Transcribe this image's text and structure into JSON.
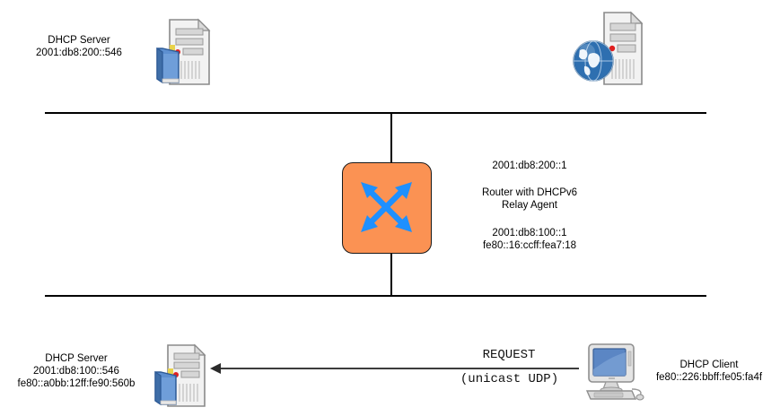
{
  "diagram": {
    "title": "DHCPv6 Relay Agent network diagram",
    "colors": {
      "router_fill": "#fb9253",
      "router_stroke": "#1a1a1a",
      "router_arrows": "#1e90ff",
      "bus_line": "#000000",
      "arrow": "#2b2b2b",
      "globe_blue": "#2e6fb0",
      "monitor_screen": "#5b86c4",
      "book_blue": "#5d8fd0"
    }
  },
  "nodes": {
    "top_left_server": {
      "icon": "server-with-book-icon",
      "label_line1": "DHCP Server",
      "label_line2": "2001:db8:200::546"
    },
    "top_right_server": {
      "icon": "server-with-globe-icon"
    },
    "router": {
      "icon": "router-crossed-arrows-icon",
      "upper_address": "2001:db8:200::1",
      "name_line1": "Router with DHCPv6",
      "name_line2": "Relay Agent",
      "lower_address_line1": "2001:db8:100::1",
      "lower_address_line2": "fe80::16:ccff:fea7:18"
    },
    "bottom_left_server": {
      "icon": "server-with-book-icon",
      "label_line1": "DHCP Server",
      "label_line2": "2001:db8:100::546",
      "label_line3": "fe80::a0bb:12ff:fe90:560b"
    },
    "bottom_right_client": {
      "icon": "desktop-computer-icon",
      "label_line1": "DHCP Client",
      "label_line2": "fe80::226:bbff:fe05:fa4f"
    }
  },
  "message": {
    "name": "REQUEST",
    "transport": "(unicast UDP)",
    "direction": "right-to-left"
  }
}
